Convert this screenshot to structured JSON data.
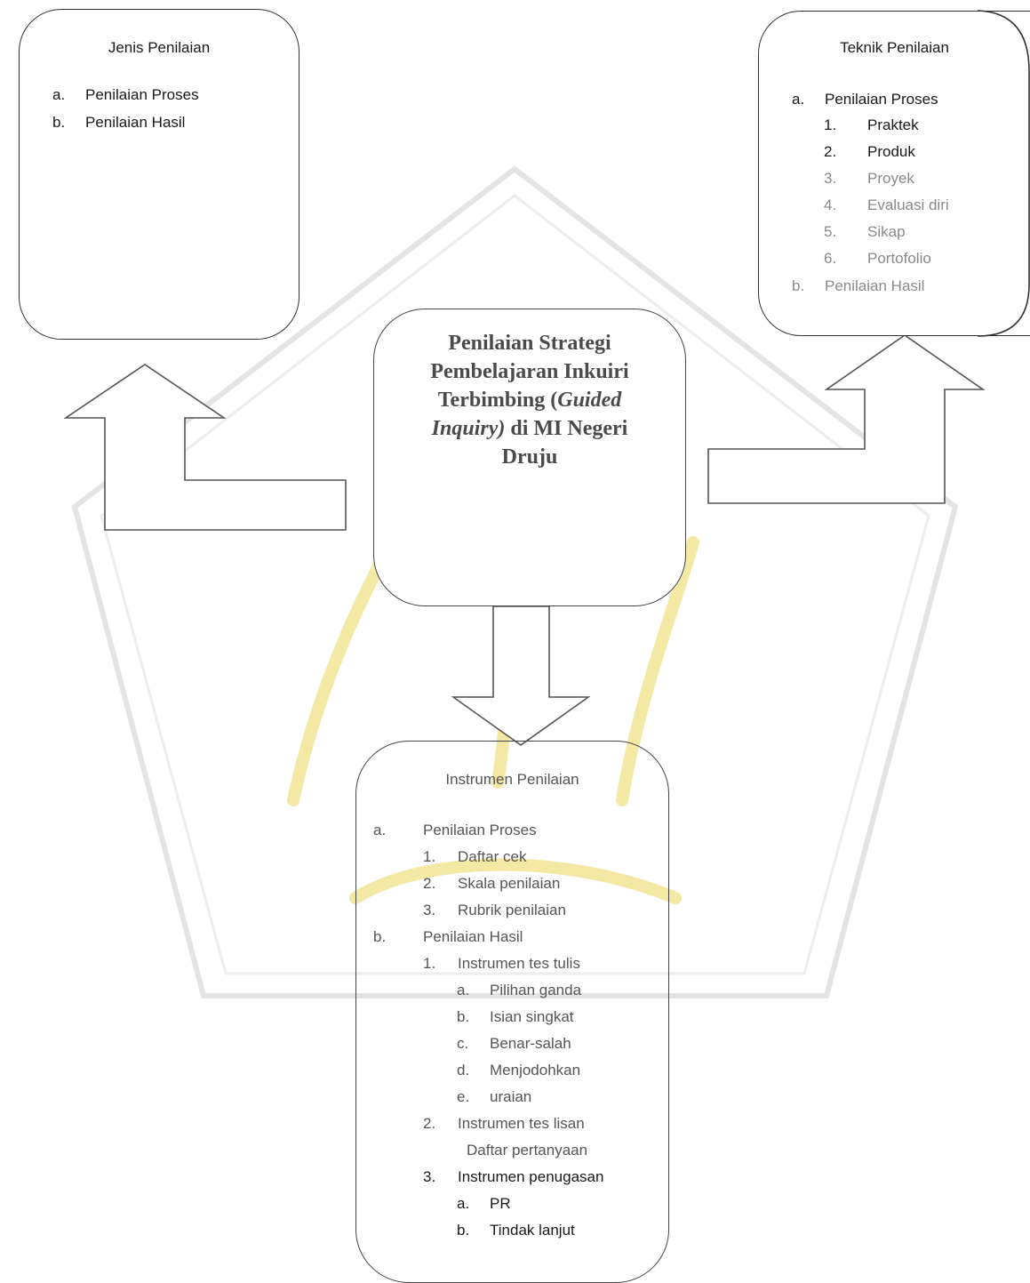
{
  "jenis": {
    "title": "Jenis Penilaian",
    "items": [
      {
        "marker": "a.",
        "text": "Penilaian Proses"
      },
      {
        "marker": "b.",
        "text": "Penilaian Hasil"
      }
    ]
  },
  "teknik": {
    "title": "Teknik Penilaian",
    "a_marker": "a.",
    "a_text": "Penilaian Proses",
    "sub": [
      {
        "marker": "1.",
        "text": "Praktek"
      },
      {
        "marker": "2.",
        "text": "Produk"
      },
      {
        "marker": "3.",
        "text": "Proyek"
      },
      {
        "marker": "4.",
        "text": "Evaluasi diri"
      },
      {
        "marker": "5.",
        "text": "Sikap"
      },
      {
        "marker": "6.",
        "text": "Portofolio"
      }
    ],
    "b_marker": "b.",
    "b_text": "Penilaian Hasil"
  },
  "center": {
    "line1": "Penilaian  Strategi",
    "line2": "Pembelajaran Inkuiri",
    "line3_a": "Terbimbing (",
    "line3_b": "Guided",
    "line4_a": "Inquiry)",
    "line4_b": " di MI Negeri",
    "line5": "Druju"
  },
  "instrumen": {
    "title": "Instrumen Penilaian",
    "a_marker": "a.",
    "a_text": "Penilaian Proses",
    "a_items": [
      {
        "marker": "1.",
        "text": "Daftar cek"
      },
      {
        "marker": "2.",
        "text": "Skala penilaian"
      },
      {
        "marker": "3.",
        "text": "Rubrik penilaian"
      }
    ],
    "b_marker": "b.",
    "b_text": "Penilaian Hasil",
    "tulis_marker": "1.",
    "tulis_text": "Instrumen tes tulis",
    "tulis_items": [
      {
        "marker": "a.",
        "text": "Pilihan ganda"
      },
      {
        "marker": "b.",
        "text": "Isian singkat"
      },
      {
        "marker": "c.",
        "text": "Benar-salah"
      },
      {
        "marker": "d.",
        "text": "Menjodohkan"
      },
      {
        "marker": "e.",
        "text": "uraian"
      }
    ],
    "lisan_marker": "2.",
    "lisan_text": "Instrumen tes lisan",
    "lisan_sub": "Daftar pertanyaan",
    "tugas_marker": "3.",
    "tugas_text": "Instrumen penugasan",
    "tugas_items": [
      {
        "marker": "a.",
        "text": "PR"
      },
      {
        "marker": "b.",
        "text": "Tindak lanjut"
      }
    ]
  },
  "colors": {
    "stroke": "#333333",
    "watermark": "#d9d9d9",
    "watermark_gold": "#f3e9a4",
    "center_text": "#4a4a4a"
  }
}
